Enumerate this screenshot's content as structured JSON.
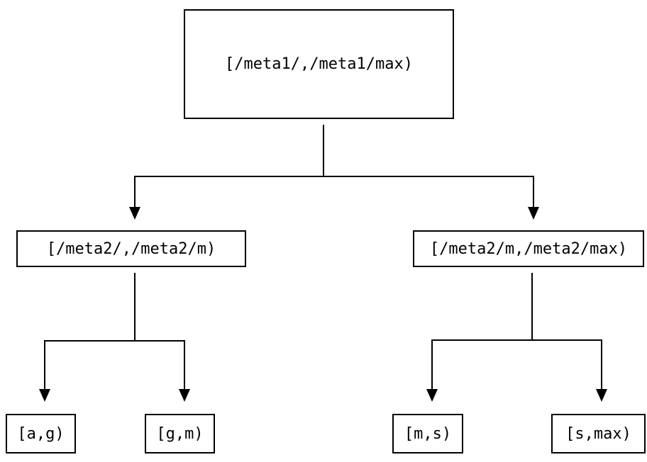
{
  "diagram": {
    "type": "tree",
    "colors": {
      "line": "#000000",
      "box_border": "#000000",
      "background": "#ffffff",
      "text": "#000000"
    },
    "tree": {
      "root": {
        "label": "[/meta1/,/meta1/max)",
        "children": [
          {
            "label": "[/meta2/,/meta2/m)",
            "children": [
              {
                "label": "[a,g)"
              },
              {
                "label": "[g,m)"
              }
            ]
          },
          {
            "label": "[/meta2/m,/meta2/max)",
            "children": [
              {
                "label": "[m,s)"
              },
              {
                "label": "[s,max)"
              }
            ]
          }
        ]
      }
    }
  }
}
